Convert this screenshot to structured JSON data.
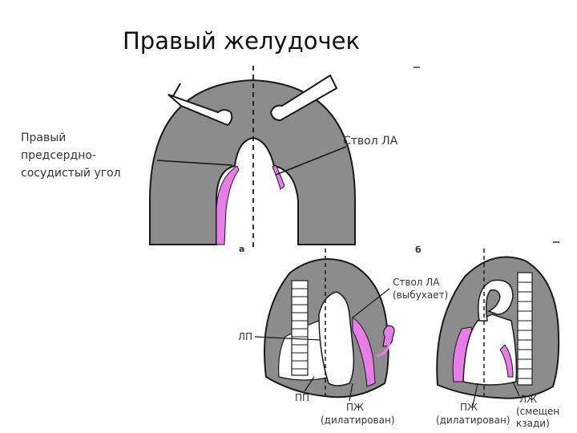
{
  "title": "Правый желудочек",
  "figure_a": {
    "panel_label": "а",
    "label_angle": [
      "Правый",
      "предсердно-",
      "сосудистый угол"
    ],
    "label_trunk": "Ствол ЛА"
  },
  "figure_b": {
    "panel_label": "б",
    "label_trunk": [
      "Ствол ЛА",
      "(выбухает)"
    ],
    "label_ra_left": "ЛП",
    "label_ra_bottom": "ПП",
    "label_rv": [
      "ПЖ",
      "(дилатирован)"
    ]
  },
  "figure_c": {
    "label_rv": [
      "ПЖ",
      "(дилатирован)"
    ],
    "label_lv": [
      "ЛЖ",
      "(смещен",
      "кзади)"
    ]
  },
  "colors": {
    "gray": "#8c8c8c",
    "dark_gray": "#6f6f6f",
    "magenta": "#e77ee7",
    "outline": "#1a1a1a"
  }
}
